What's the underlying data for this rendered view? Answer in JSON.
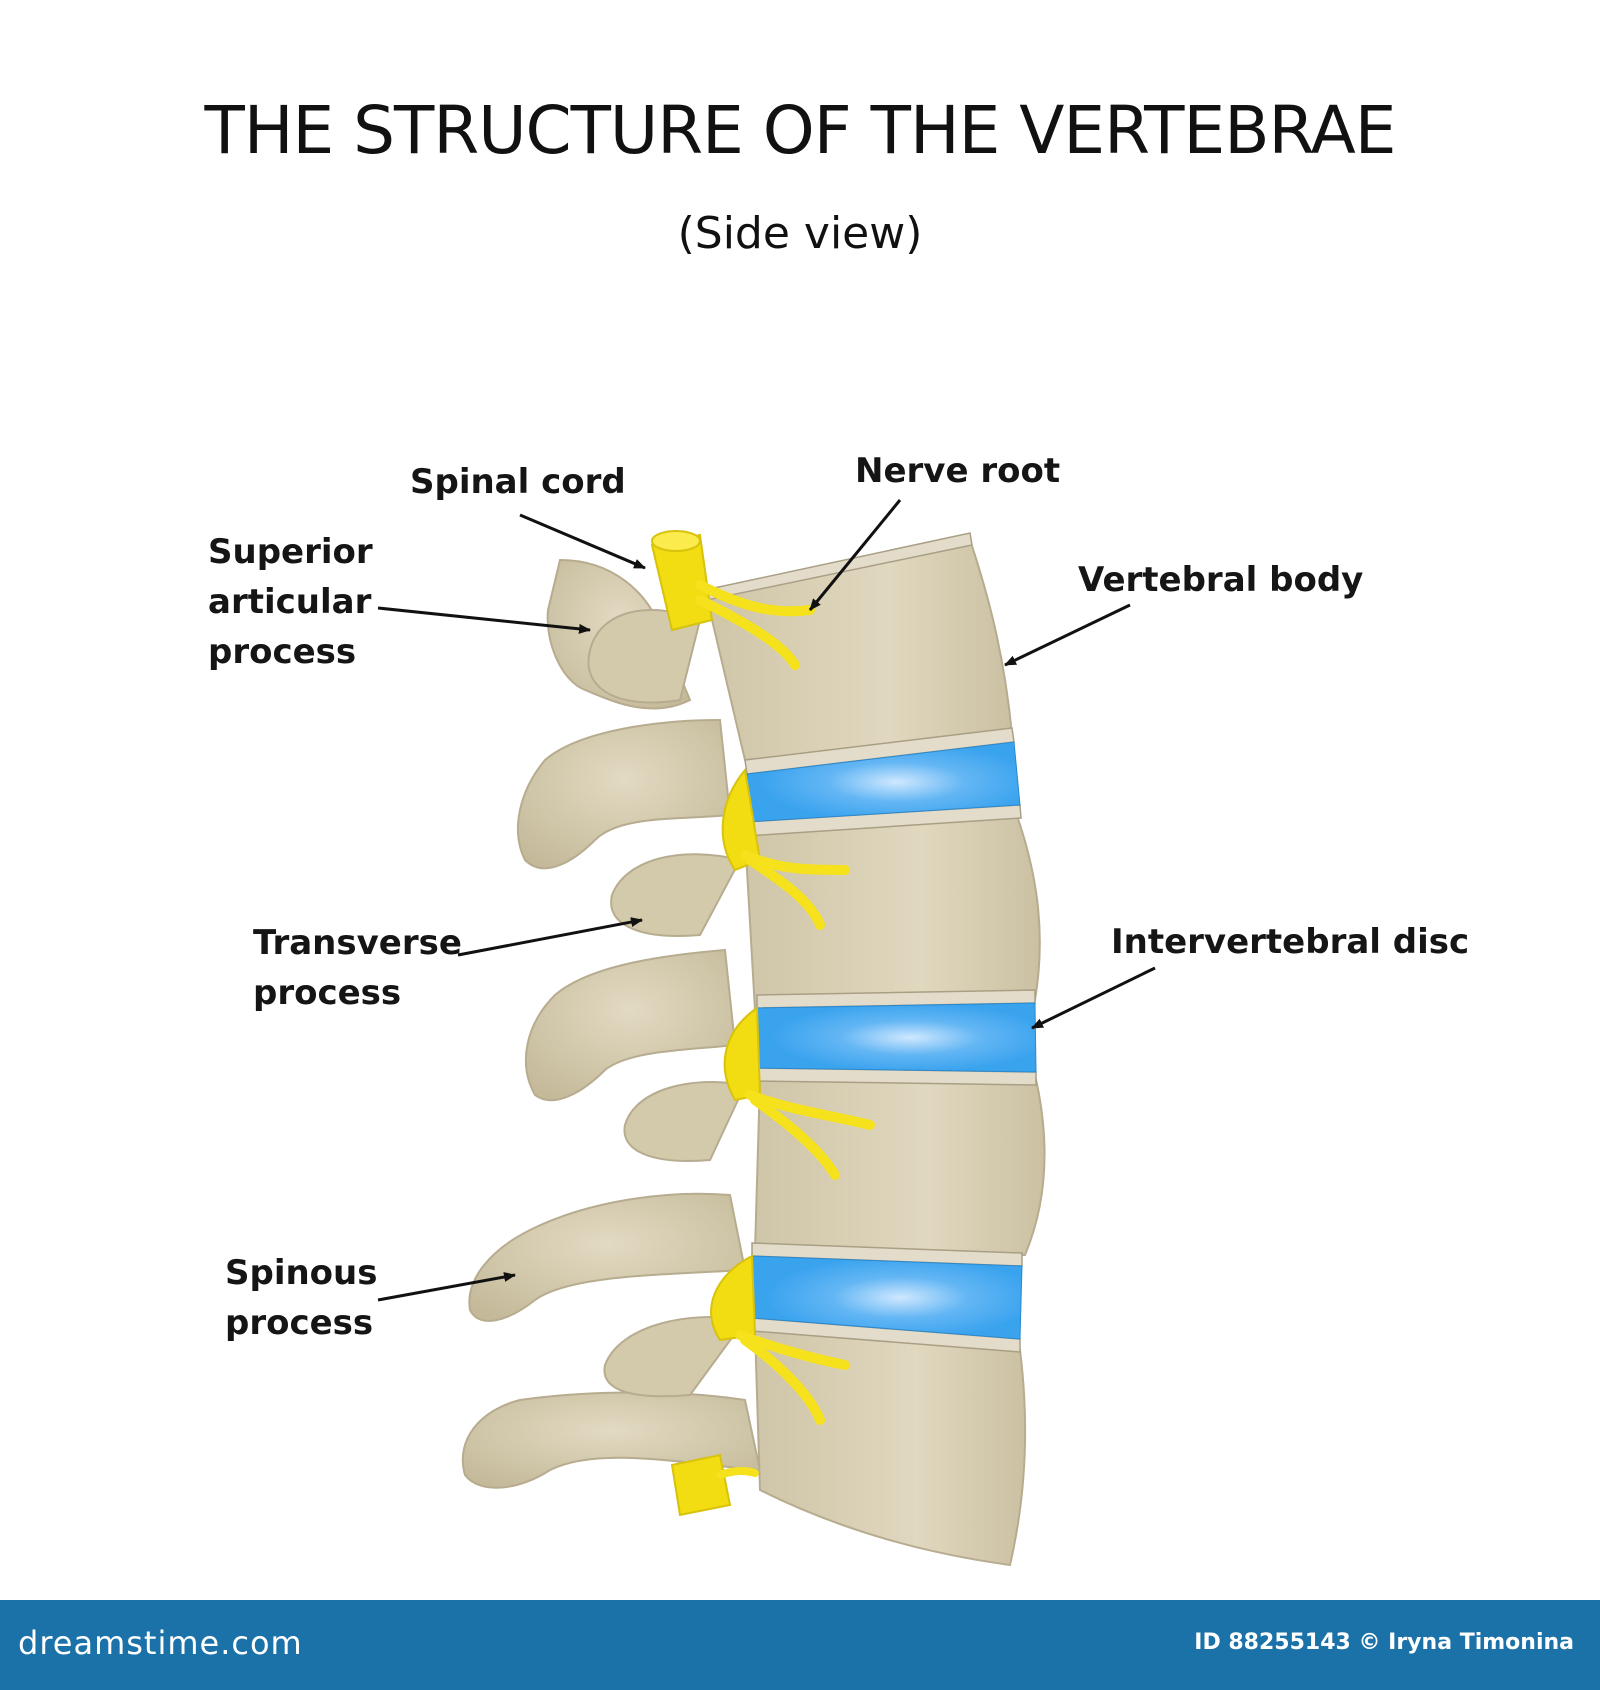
{
  "title": "THE STRUCTURE OF THE VERTEBRAE",
  "subtitle": "(Side view)",
  "labels": {
    "spinal_cord": "Spinal cord",
    "nerve_root": "Nerve root",
    "superior_articular_process": "Superior\narticular\nprocess",
    "vertebral_body": "Vertebral body",
    "transverse_process": "Transverse\nprocess",
    "intervertebral_disc": "Intervertebral disc",
    "spinous_process": "Spinous\nprocess"
  },
  "footer": {
    "brand": "dreamstime.com",
    "credit": "ID 88255143 © Iryna Timonina"
  },
  "colors": {
    "bone": "#d7ceb3",
    "bone_shadow": "#b9ae92",
    "disc": "#3aa3ee",
    "disc_highlight": "#9fd3ff",
    "nerve": "#f5e21c",
    "endplate": "#e4dccb",
    "footer": "#1b72a8"
  }
}
